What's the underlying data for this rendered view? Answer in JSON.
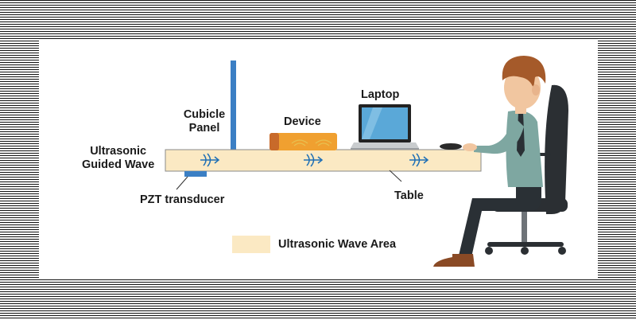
{
  "labels": {
    "cubicle_line1": "Cubicle",
    "cubicle_line2": "Panel",
    "device": "Device",
    "laptop": "Laptop",
    "wave_line1": "Ultrasonic",
    "wave_line2": "Guided Wave",
    "pzt": "PZT transducer",
    "table": "Table"
  },
  "legend": {
    "label": "Ultrasonic Wave Area",
    "swatch_color": "#fbe9c3"
  },
  "colors": {
    "table_fill": "#fbe9c3",
    "panel_blue": "#3b7fc4",
    "device_orange": "#f0a030",
    "wave_blue": "#1f6fb5",
    "shirt": "#7ea7a1",
    "pants": "#2a3035",
    "chair": "#2b2f33"
  }
}
